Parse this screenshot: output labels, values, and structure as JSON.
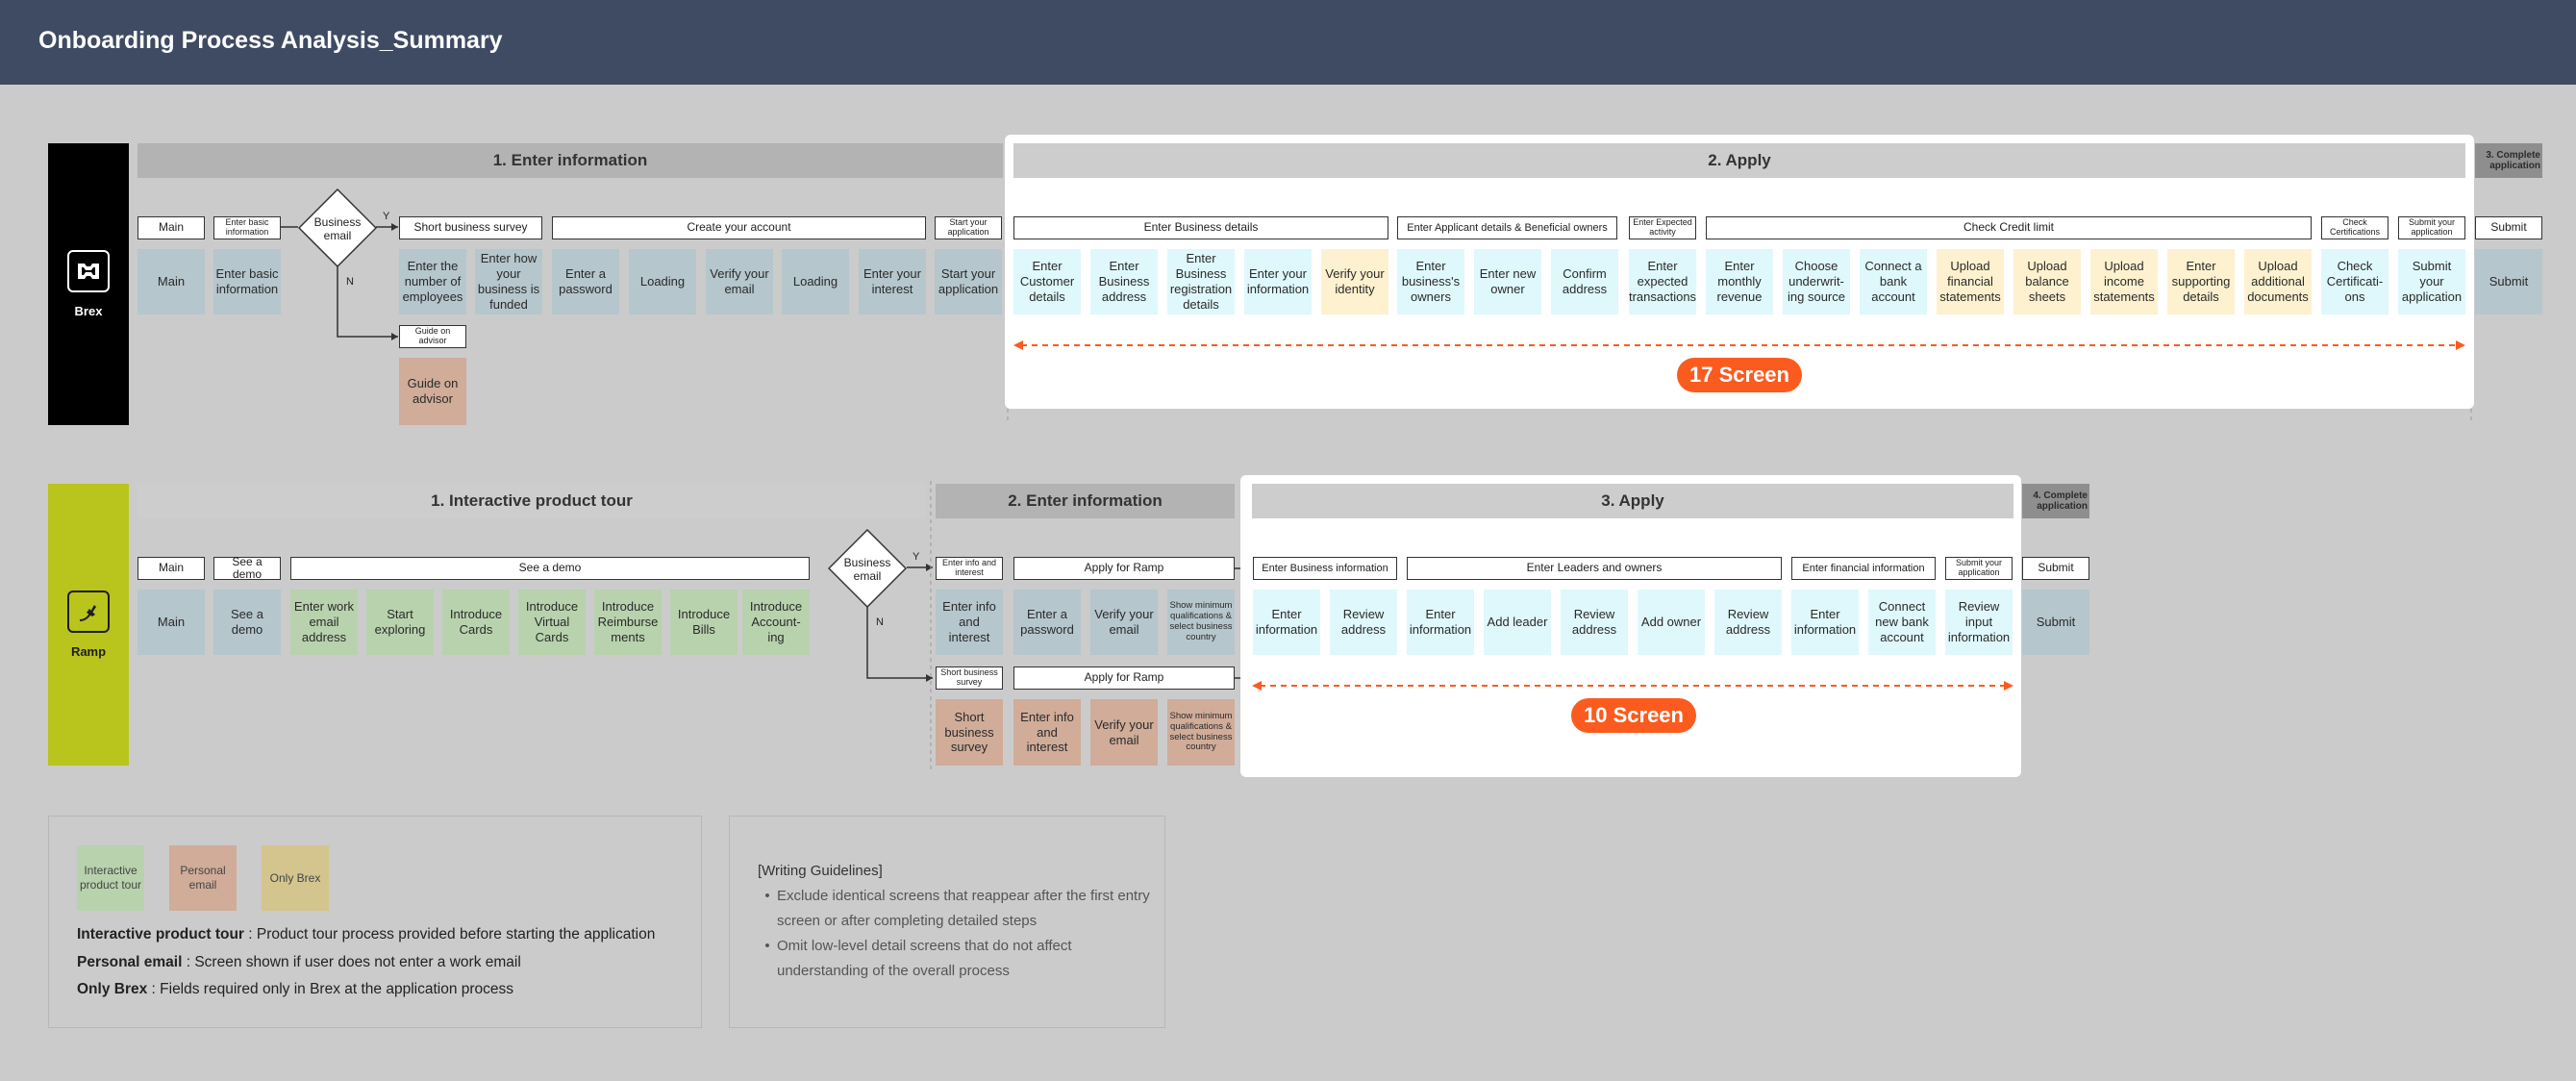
{
  "title": "Onboarding Process Analysis_Summary",
  "colors": {
    "header": "#3f4a63",
    "background": "#cbcbcb",
    "brex_brand": "#000000",
    "ramp_brand": "#b9c41c",
    "screen_pill": "#fb5b1f",
    "card_default": "#b5c6cc",
    "card_apply": "#dff8fb",
    "card_brex_only": "#fdf1cf",
    "card_product_tour": "#b8d2ad",
    "card_personal_email": "#d0ac99"
  },
  "brex": {
    "name": "Brex",
    "icon": "brex-logo-icon",
    "phases": {
      "p1": "1. Enter information",
      "p2": "2. Apply",
      "p3": "3. Complete application"
    },
    "tags": {
      "main": "Main",
      "basic": "Enter basic information",
      "survey": "Short business survey",
      "account": "Create your account",
      "start": "Start your application",
      "biz": "Enter Business details",
      "owners": "Enter Applicant details & Beneficial owners",
      "activity": "Enter Expected activity",
      "credit": "Check Credit limit",
      "certs": "Check Certifications",
      "submit_app": "Submit your application",
      "submit": "Submit",
      "guide": "Guide on advisor"
    },
    "decision": "Business email",
    "yes": "Y",
    "no": "N",
    "cards": {
      "main": "Main",
      "basic": "Enter basic information",
      "employees": "Enter the number of employees",
      "funded": "Enter how your business is funded",
      "password": "Enter a password",
      "loading1": "Loading",
      "verify": "Verify your email",
      "loading2": "Loading",
      "interest": "Enter your interest",
      "start": "Start your application",
      "customer": "Enter Customer details",
      "biz_address": "Enter Business address",
      "registration": "Enter Business registration details",
      "your_info": "Enter your information",
      "identity": "Verify your identity",
      "biz_owners": "Enter business's owners",
      "new_owner": "Enter new owner",
      "confirm": "Confirm address",
      "expected": "Enter expected transactions",
      "revenue": "Enter monthly revenue",
      "underwriting": "Choose underwrit-ing source",
      "bank": "Connect a bank account",
      "financial": "Upload financial statements",
      "balance": "Upload balance sheets",
      "income": "Upload income statements",
      "supporting": "Enter supporting details",
      "additional": "Upload additional documents",
      "certs": "Check Certificati-ons",
      "submit_app": "Submit your application",
      "submit": "Submit",
      "guide": "Guide on advisor"
    },
    "screen_count": "17 Screen"
  },
  "ramp": {
    "name": "Ramp",
    "icon": "ramp-logo-icon",
    "phases": {
      "p1": "1. Interactive product tour",
      "p2": "2. Enter information",
      "p3": "3. Apply",
      "p4": "4. Complete application"
    },
    "tags": {
      "main": "Main",
      "demo1": "See a demo",
      "demo2": "See a demo",
      "info": "Enter info and interest",
      "apply1": "Apply for Ramp",
      "survey": "Short business survey",
      "apply2": "Apply for Ramp",
      "biz": "Enter Business information",
      "leaders": "Enter Leaders and owners",
      "financial": "Enter financial information",
      "submit_app": "Submit your application",
      "submit": "Submit"
    },
    "decision": "Business email",
    "yes": "Y",
    "no": "N",
    "cards": {
      "main": "Main",
      "demo": "See a demo",
      "work_email": "Enter work email address",
      "exploring": "Start exploring",
      "cards": "Introduce Cards",
      "virtual": "Introduce Virtual Cards",
      "reimburse": "Introduce Reimburse ments",
      "bills": "Introduce Bills",
      "accounting": "Introduce Account-ing",
      "info": "Enter info and interest",
      "password": "Enter a password",
      "verify": "Verify your email",
      "qual": "Show minimum qualifications & select business country",
      "enter1": "Enter information",
      "review1": "Review address",
      "enter2": "Enter information",
      "leader": "Add leader",
      "review2": "Review address",
      "owner": "Add owner",
      "review3": "Review address",
      "enter3": "Enter information",
      "new_bank": "Connect new bank account",
      "review_input": "Review input information",
      "submit": "Submit",
      "survey": "Short business survey",
      "info2": "Enter info and interest",
      "verify2": "Verify your email",
      "qual2": "Show minimum qualifications & select business country"
    },
    "screen_count": "10 Screen"
  },
  "legend": {
    "chips": {
      "tour": "Interactive product tour",
      "personal": "Personal email",
      "brex": "Only Brex"
    },
    "tour_label": "Interactive product tour",
    "tour_desc": " : Product tour process provided before starting the application",
    "personal_label": "Personal email",
    "personal_desc": " : Screen shown if user does not enter a work email",
    "brex_label": "Only Brex",
    "brex_desc": " : Fields required only in Brex at the application process"
  },
  "guidelines": {
    "title": "[Writing Guidelines]",
    "items": [
      "Exclude identical screens that reappear after the first entry screen or after completing detailed steps",
      "Omit low-level detail screens that do not affect understanding of the overall process"
    ]
  }
}
